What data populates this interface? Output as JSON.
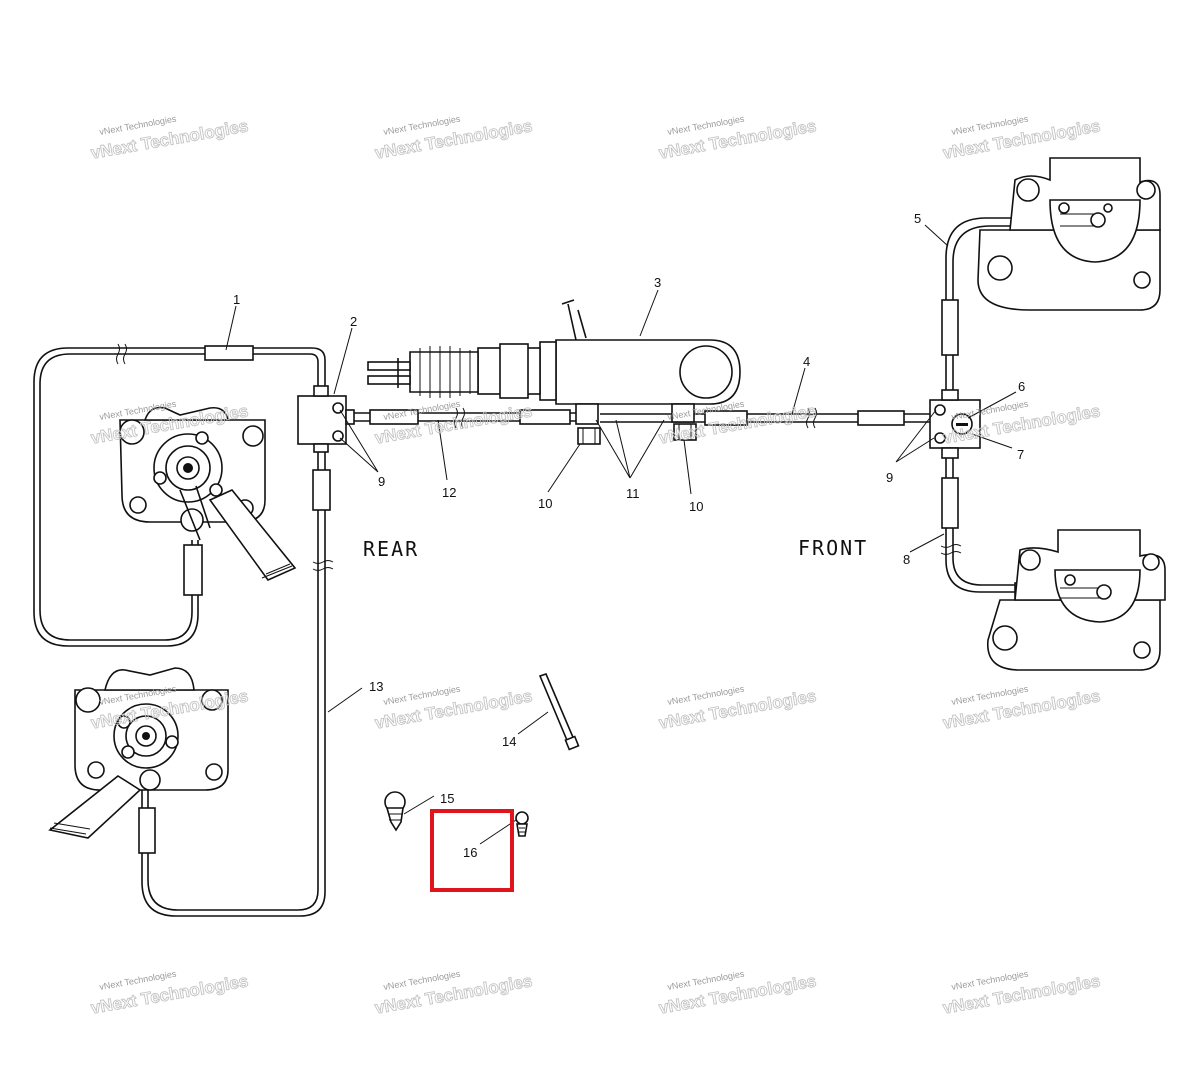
{
  "diagram": {
    "direction_labels": {
      "rear": "REAR",
      "front": "FRONT"
    },
    "callouts": [
      "1",
      "2",
      "3",
      "4",
      "5",
      "6",
      "7",
      "8",
      "9",
      "9",
      "10",
      "10",
      "11",
      "12",
      "13",
      "14",
      "15",
      "16"
    ],
    "highlight": {
      "target": "16",
      "color": "#e0151b"
    },
    "watermark": {
      "line1": "vNext Technologies",
      "line2": "vNext Technologies"
    }
  }
}
